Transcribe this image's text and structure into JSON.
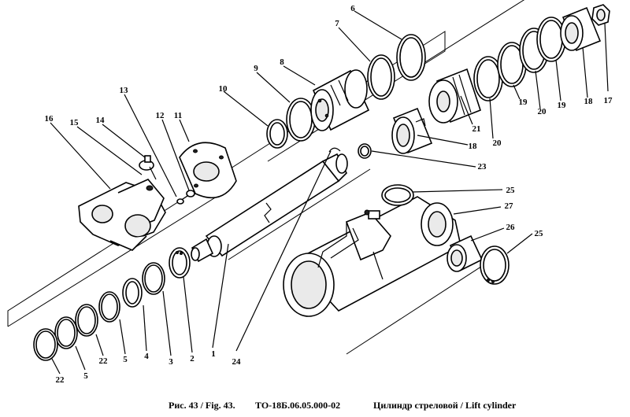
{
  "labels": {
    "p1": "1",
    "p2": "2",
    "p3": "3",
    "p4": "4",
    "p5a": "5",
    "p5b": "5",
    "p6": "6",
    "p7": "7",
    "p8": "8",
    "p9": "9",
    "p10": "10",
    "p11": "11",
    "p12": "12",
    "p13": "13",
    "p14": "14",
    "p15": "15",
    "p16": "16",
    "p17": "17",
    "p18a": "18",
    "p18b": "18",
    "p19a": "19",
    "p19b": "19",
    "p20a": "20",
    "p20b": "20",
    "p21": "21",
    "p22a": "22",
    "p22b": "22",
    "p23": "23",
    "p24": "24",
    "p25a": "25",
    "p25b": "25",
    "p26": "26",
    "p27": "27"
  },
  "caption": {
    "figure": "Рис. 43 / Fig. 43.",
    "code": "ТО-18Б.06.05.000-02",
    "title": "Цилиндр стреловой / Lift cylinder"
  }
}
